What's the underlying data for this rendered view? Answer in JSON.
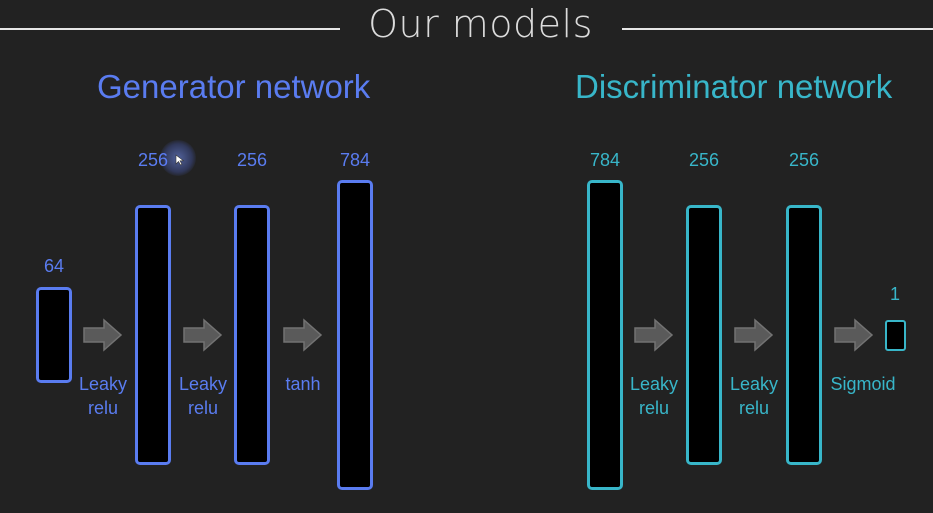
{
  "title": "Our models",
  "colors": {
    "generator": "#5a7cf0",
    "discriminator": "#38b6c9",
    "arrow": "#5a5a5a",
    "background": "#222222"
  },
  "generator": {
    "title": "Generator network",
    "layers": [
      {
        "size": "64"
      },
      {
        "size": "256"
      },
      {
        "size": "256"
      },
      {
        "size": "784"
      }
    ],
    "activations": [
      {
        "line1": "Leaky",
        "line2": "relu"
      },
      {
        "line1": "Leaky",
        "line2": "relu"
      },
      {
        "line1": "tanh",
        "line2": ""
      }
    ]
  },
  "discriminator": {
    "title": "Discriminator network",
    "layers": [
      {
        "size": "784"
      },
      {
        "size": "256"
      },
      {
        "size": "256"
      },
      {
        "size": "1"
      }
    ],
    "activations": [
      {
        "line1": "Leaky",
        "line2": "relu"
      },
      {
        "line1": "Leaky",
        "line2": "relu"
      },
      {
        "line1": "Sigmoid",
        "line2": ""
      }
    ]
  }
}
